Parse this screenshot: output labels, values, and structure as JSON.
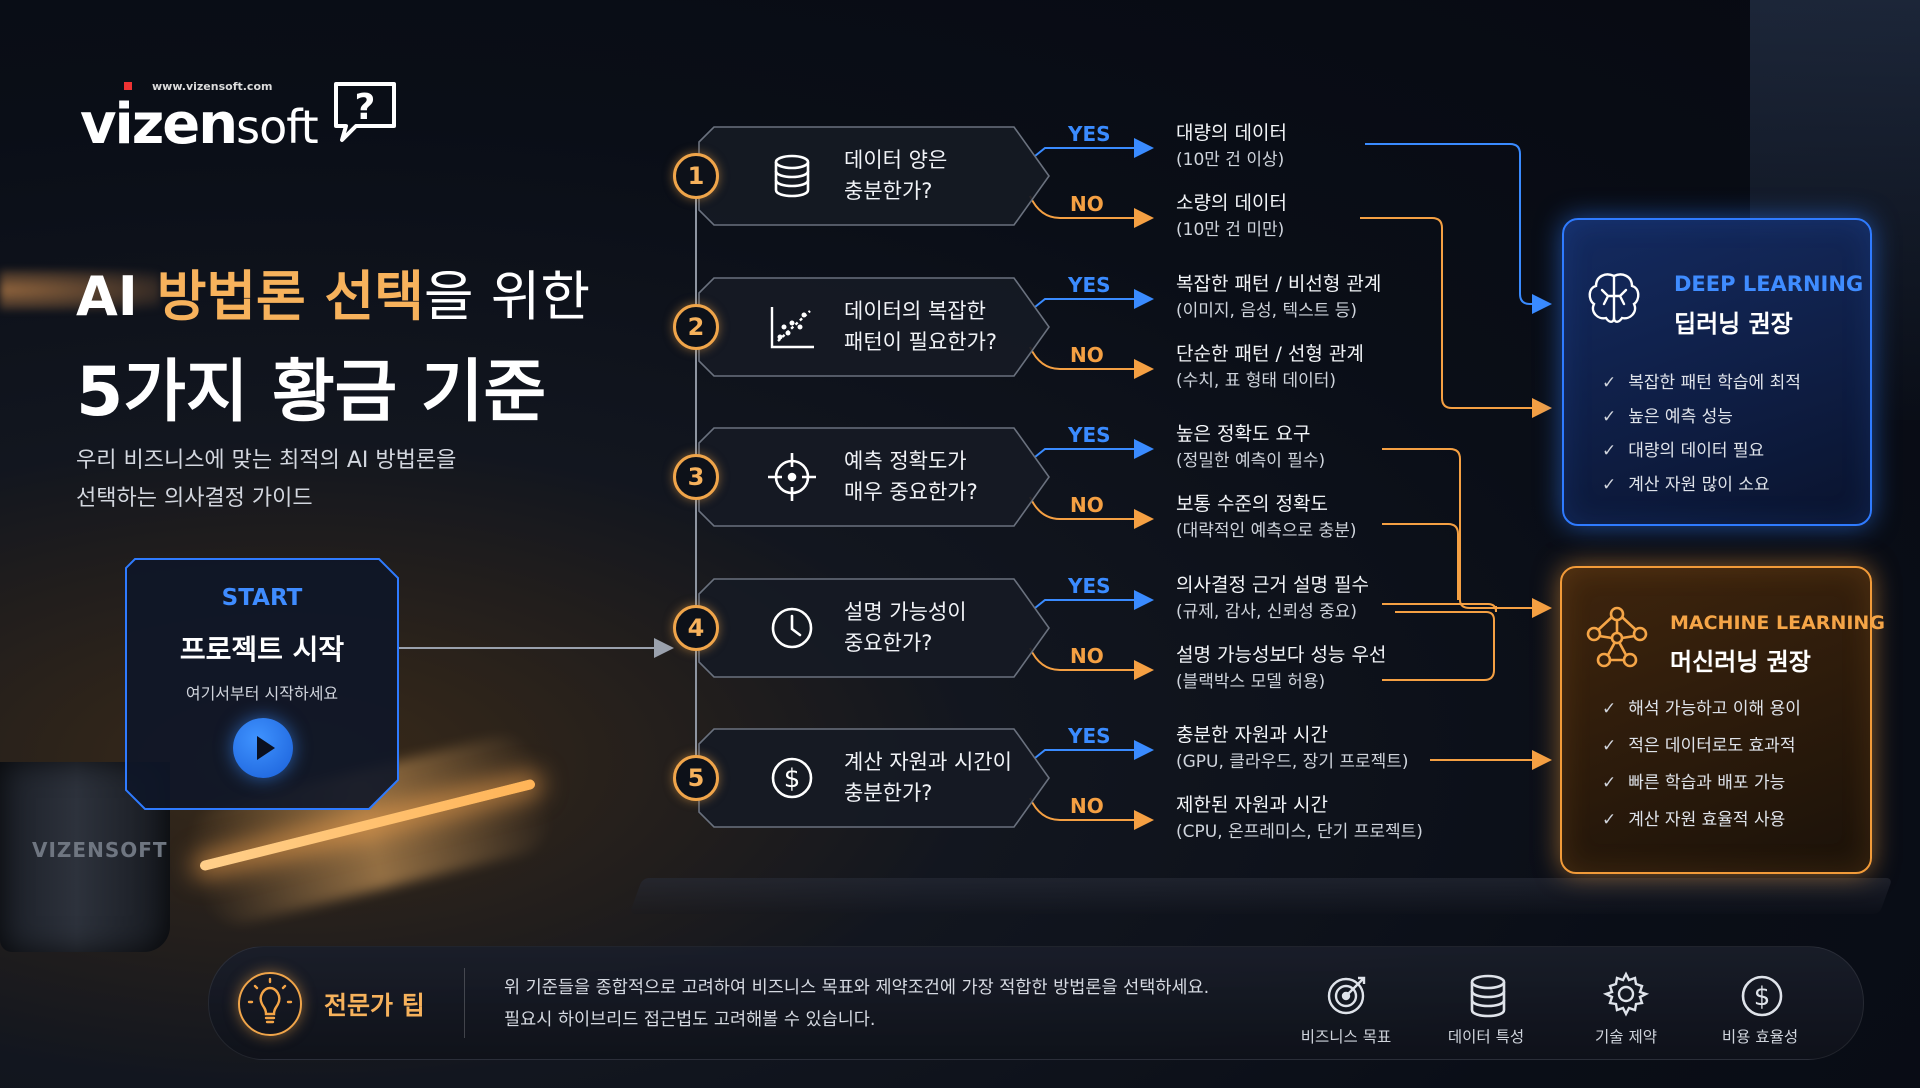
{
  "logo": {
    "url": "www.vizensoft.com",
    "brand_bold": "vizen",
    "brand_light": "soft",
    "mark": "?"
  },
  "title": {
    "line1_pre": "AI ",
    "line1_highlight": "방법론 선택",
    "line1_post": "을 위한",
    "line2": "5가지 황금 기준",
    "subtitle_line1": "우리 비즈니스에 맞는 최적의 AI 방법론을",
    "subtitle_line2": "선택하는 의사결정 가이드"
  },
  "start": {
    "label": "START",
    "title": "프로젝트 시작",
    "hint": "여기서부터 시작하세요"
  },
  "mug_text": "VIZENSOFT",
  "criteria": [
    {
      "num": "1",
      "icon": "database-icon",
      "line1": "데이터 양은",
      "line2": "충분한가?",
      "yes": "YES",
      "no": "NO",
      "yes_main": "대량의 데이터",
      "yes_sub": "(10만 건 이상)",
      "no_main": "소량의 데이터",
      "no_sub": "(10만 건 미만)"
    },
    {
      "num": "2",
      "icon": "scatter-chart-icon",
      "line1": "데이터의 복잡한",
      "line2": "패턴이 필요한가?",
      "yes": "YES",
      "no": "NO",
      "yes_main": "복잡한 패턴 / 비선형 관계",
      "yes_sub": "(이미지, 음성, 텍스트 등)",
      "no_main": "단순한 패턴 / 선형 관계",
      "no_sub": "(수치, 표 형태 데이터)"
    },
    {
      "num": "3",
      "icon": "crosshair-icon",
      "line1": "예측 정확도가",
      "line2": "매우 중요한가?",
      "yes": "YES",
      "no": "NO",
      "yes_main": "높은 정확도 요구",
      "yes_sub": "(정밀한 예측이 필수)",
      "no_main": "보통 수준의 정확도",
      "no_sub": "(대략적인 예측으로 충분)"
    },
    {
      "num": "4",
      "icon": "clock-icon",
      "line1": "설명 가능성이",
      "line2": "중요한가?",
      "yes": "YES",
      "no": "NO",
      "yes_main": "의사결정 근거 설명 필수",
      "yes_sub": "(규제, 감사, 신뢰성 중요)",
      "no_main": "설명 가능성보다 성능 우선",
      "no_sub": "(블랙박스 모델 허용)"
    },
    {
      "num": "5",
      "icon": "dollar-icon",
      "line1": "계산 자원과 시간이",
      "line2": "충분한가?",
      "yes": "YES",
      "no": "NO",
      "yes_main": "충분한 자원과 시간",
      "yes_sub": "(GPU, 클라우드, 장기 프로젝트)",
      "no_main": "제한된 자원과 시간",
      "no_sub": "(CPU, 온프레미스, 단기 프로젝트)"
    }
  ],
  "deep_learning": {
    "heading": "DEEP LEARNING",
    "sub": "딥러닝 권장",
    "items": [
      "복잡한 패턴 학습에 최적",
      "높은 예측 성능",
      "대량의 데이터 필요",
      "계산 자원 많이 소요"
    ]
  },
  "machine_learning": {
    "heading": "MACHINE LEARNING",
    "sub": "머신러닝 권장",
    "items": [
      "해석 가능하고 이해 용이",
      "적은 데이터로도 효과적",
      "빠른 학습과 배포 가능",
      "계산 자원 효율적 사용"
    ]
  },
  "check_glyph": "✓",
  "tip": {
    "title": "전문가 팁",
    "line1": "위 기준들을 종합적으로 고려하여 비즈니스 목표와 제약조건에 가장 적합한 방법론을 선택하세요.",
    "line2": "필요시 하이브리드 접근법도 고려해볼 수 있습니다.",
    "icons": [
      {
        "icon": "target-icon",
        "label": "비즈니스 목표"
      },
      {
        "icon": "database-icon",
        "label": "데이터 특성"
      },
      {
        "icon": "gear-icon",
        "label": "기술 제약"
      },
      {
        "icon": "dollar-icon",
        "label": "비용 효율성"
      }
    ]
  },
  "colors": {
    "accent_orange": "#f7b25c",
    "accent_blue": "#3a8bff",
    "no_orange": "#f5a043"
  }
}
